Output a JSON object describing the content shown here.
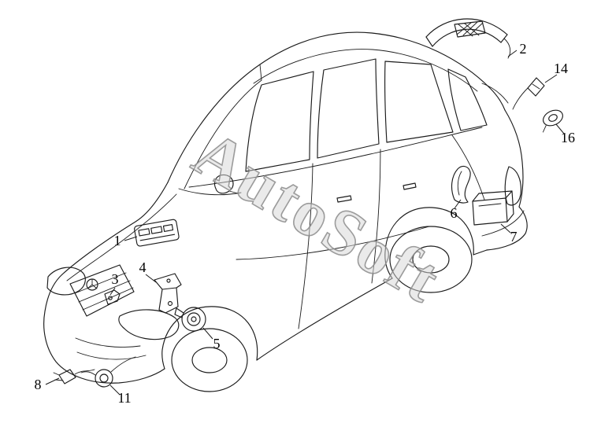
{
  "page": {
    "background": "#ffffff",
    "line_color": "#1b1b1b"
  },
  "watermark": {
    "text": "AutoSoft",
    "fill": "#d6d6d6",
    "stroke": "#8c8c8c"
  },
  "callouts": [
    {
      "label": "1"
    },
    {
      "label": "2"
    },
    {
      "label": "3"
    },
    {
      "label": "4"
    },
    {
      "label": "5"
    },
    {
      "label": "6"
    },
    {
      "label": "7"
    },
    {
      "label": "8"
    },
    {
      "label": "11"
    },
    {
      "label": "14"
    },
    {
      "label": "16"
    }
  ]
}
